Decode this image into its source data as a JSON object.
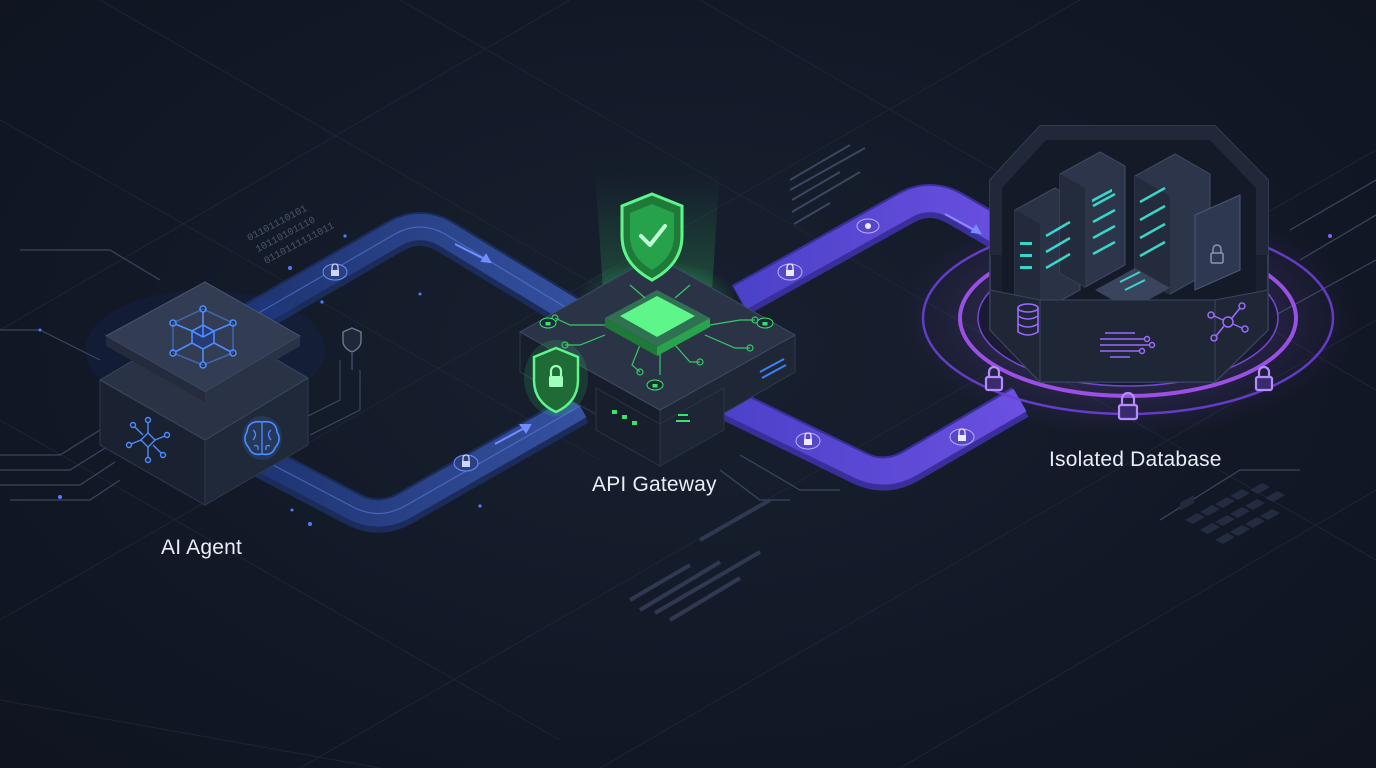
{
  "nodes": {
    "agent": {
      "label": "AI Agent"
    },
    "gateway": {
      "label": "API Gateway"
    },
    "database": {
      "label": "Isolated Database"
    }
  },
  "decor": {
    "binary_lines": [
      "01101110101",
      "10110101110",
      "0110111111011"
    ]
  },
  "colors": {
    "background": "#121826",
    "agent_accent": "#3b82f6",
    "gateway_accent": "#39e36a",
    "database_accent": "#a855f7",
    "path_blue": "#2f4d9a",
    "path_violet": "#5a4bd9"
  },
  "icons": [
    "network-cube-icon",
    "network-icon",
    "brain-icon",
    "shield-check-icon",
    "shield-lock-icon",
    "lock-icon",
    "server-rack-icon",
    "database-icon",
    "circuit-icon",
    "arrow-icon"
  ]
}
